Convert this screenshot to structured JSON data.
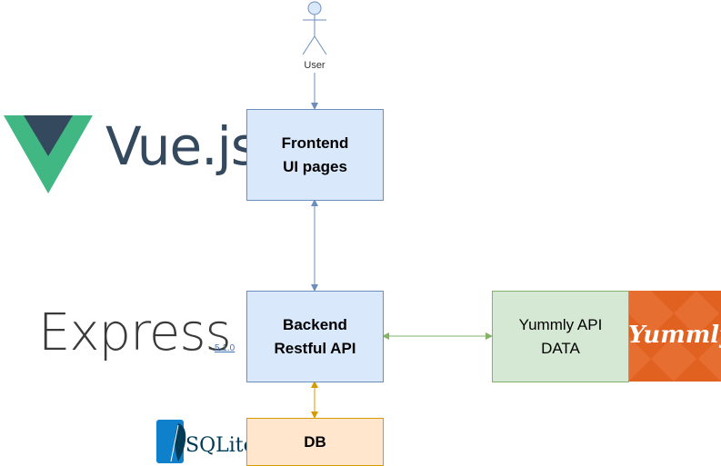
{
  "diagram": {
    "actor": {
      "label": "User"
    },
    "nodes": [
      {
        "id": "frontend",
        "lines": [
          "Frontend",
          "UI pages"
        ]
      },
      {
        "id": "backend",
        "lines": [
          "Backend",
          "Restful API"
        ]
      },
      {
        "id": "yummly",
        "lines": [
          "Yummly API",
          "DATA"
        ]
      },
      {
        "id": "db",
        "lines": [
          "DB"
        ]
      }
    ],
    "edges": [
      {
        "from": "User",
        "to": "Frontend",
        "direction": "one-way"
      },
      {
        "from": "Frontend",
        "to": "Backend",
        "direction": "two-way"
      },
      {
        "from": "Backend",
        "to": "Yummly API DATA",
        "direction": "two-way"
      },
      {
        "from": "Backend",
        "to": "DB",
        "direction": "two-way"
      }
    ],
    "logos": {
      "vue": {
        "text": "Vue.js"
      },
      "express": {
        "text": "Express",
        "version": "5.1.0"
      },
      "yummly": {
        "text": "Yummly"
      },
      "sqlite": {
        "text": "SQLite"
      }
    }
  },
  "colors": {
    "frontend_fill": "#dae8fc",
    "frontend_stroke": "#6c8ebf",
    "api_fill": "#d5e8d4",
    "api_stroke": "#82b366",
    "db_fill": "#ffe6cc",
    "db_stroke": "#d79b00",
    "vue_green": "#41b883",
    "vue_dark": "#34495e",
    "yummly_orange": "#e16120",
    "sqlite_blue": "#003b57"
  }
}
